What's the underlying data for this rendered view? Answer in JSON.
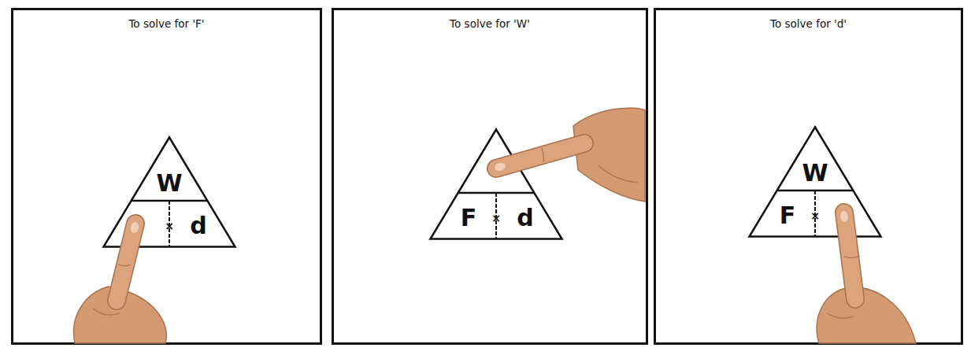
{
  "diagram": {
    "nodes": [
      {
        "text": [
          "To solve for 'F'"
        ]
      },
      {
        "text": [
          "W",
          "×",
          "d"
        ],
        "in": 0
      },
      {
        "text": [
          "To solve for 'W'"
        ]
      },
      {
        "text": [
          "F",
          "×",
          "d"
        ],
        "in": 2
      },
      {
        "text": [
          "To solve for 'd'"
        ]
      },
      {
        "text": [
          "W",
          "F",
          "×"
        ],
        "in": 4
      }
    ]
  }
}
